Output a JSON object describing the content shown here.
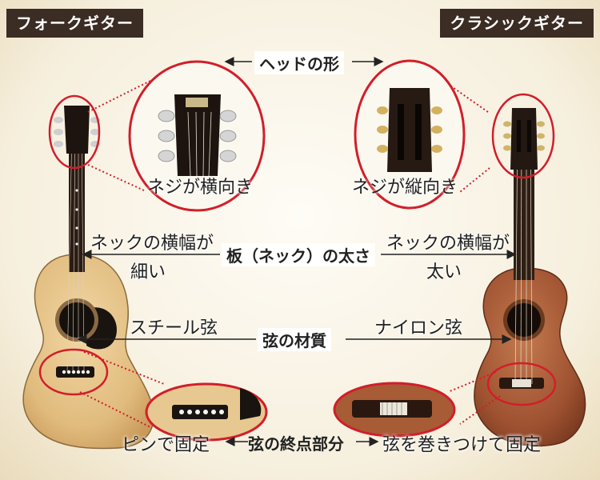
{
  "header": {
    "left_title": "フォークギター",
    "right_title": "クラシックギター"
  },
  "sections": {
    "head": {
      "title": "ヘッドの形",
      "left_desc": "ネジが横向き",
      "right_desc": "ネジが縦向き"
    },
    "neck": {
      "title": "板（ネック）の太さ",
      "left_desc_line1": "ネックの横幅が",
      "left_desc_line2": "細い",
      "right_desc_line1": "ネックの横幅が",
      "right_desc_line2": "太い"
    },
    "strings": {
      "title": "弦の材質",
      "left_desc": "スチール弦",
      "right_desc": "ナイロン弦"
    },
    "bridge": {
      "title": "弦の終点部分",
      "left_desc": "ピンで固定",
      "right_desc": "弦を巻きつけて固定"
    }
  },
  "colors": {
    "header_bg": "#3b2c24",
    "callout_red": "#d21e2a",
    "folk_body": "#e6c488",
    "classic_body": "#a35a35"
  }
}
